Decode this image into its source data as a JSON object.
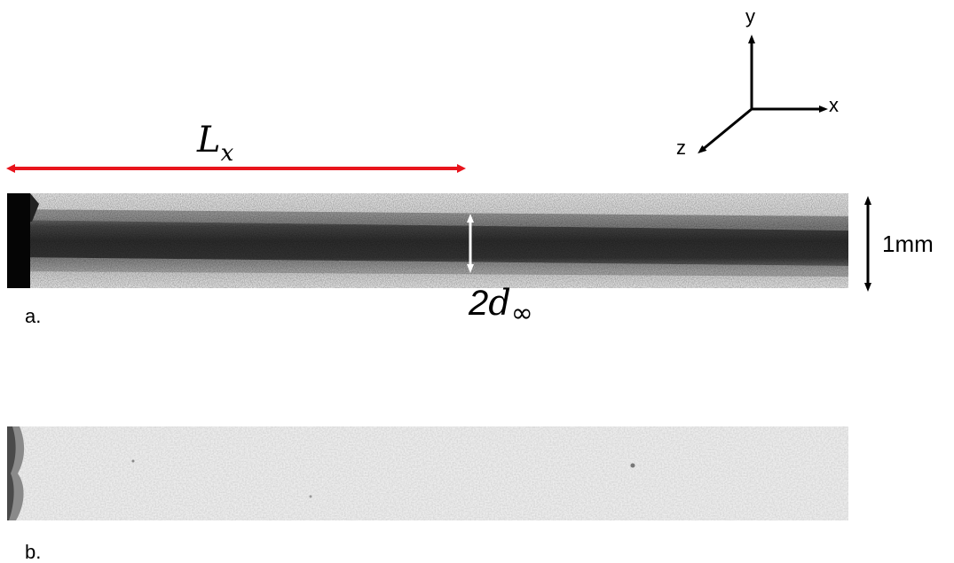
{
  "axes": {
    "y_label": "y",
    "x_label": "x",
    "z_label": "z"
  },
  "length_label": {
    "symbol": "L",
    "subscript": "x",
    "color": "#e8141c"
  },
  "thickness_label": {
    "coefficient": "2",
    "symbol": "d",
    "subscript": "∞"
  },
  "scale_bar": {
    "label": "1mm"
  },
  "panels": [
    {
      "label": "a.",
      "description_shade": "dark band"
    },
    {
      "label": "b.",
      "description_shade": "light"
    }
  ],
  "colors": {
    "accent": "#e8141c",
    "band": "#1a1a1a",
    "background_gray": "#e6e6e6"
  }
}
